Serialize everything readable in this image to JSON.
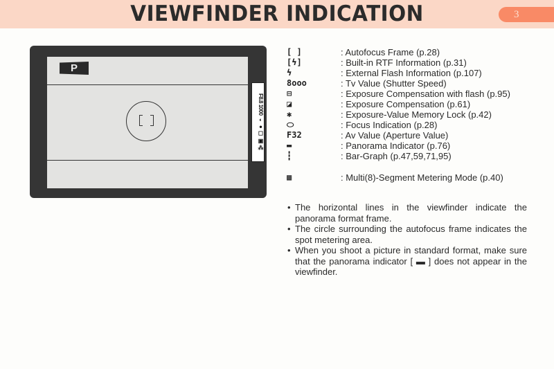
{
  "header": {
    "title": "VIEWFINDER INDICATION",
    "page_number": "3"
  },
  "viewfinder": {
    "mode_badge": "P",
    "strip_text": "F8.8 1000 ◐ ● ☐ ▣ ⁂"
  },
  "legend": [
    {
      "symbol": "[  ]",
      "icon": "af-frame-icon",
      "desc": ": Autofocus Frame (p.28)"
    },
    {
      "symbol": "[ϟ]",
      "icon": "builtin-flash-icon",
      "desc": ": Built-in RTF Information (p.31)"
    },
    {
      "symbol": "ϟ",
      "icon": "external-flash-icon",
      "desc": ": External Flash Information (p.107)"
    },
    {
      "symbol": "8ooo",
      "icon": "shutter-speed-icon",
      "desc": ": Tv Value (Shutter Speed)"
    },
    {
      "symbol": "⊟",
      "icon": "flash-exposure-comp-icon",
      "desc": ": Exposure Compensation with flash (p.95)"
    },
    {
      "symbol": "◪",
      "icon": "exposure-comp-icon",
      "desc": ": Exposure Compensation (p.61)"
    },
    {
      "symbol": "✱",
      "icon": "ae-lock-icon",
      "desc": ": Exposure-Value Memory Lock (p.42)"
    },
    {
      "symbol": "⬭",
      "icon": "focus-indication-icon",
      "desc": ": Focus Indication (p.28)"
    },
    {
      "symbol": "F32",
      "icon": "aperture-icon",
      "desc": ": Av Value (Aperture Value)"
    },
    {
      "symbol": "▬",
      "icon": "panorama-icon",
      "desc": ": Panorama Indicator (p.76)"
    },
    {
      "symbol": "┇",
      "icon": "bar-graph-icon",
      "desc": ": Bar-Graph (p.47,59,71,95)"
    },
    {
      "symbol": "▩",
      "icon": "metering-mode-icon",
      "desc": ": Multi(8)-Segment Metering Mode (p.40)"
    }
  ],
  "notes": [
    "The horizontal lines in the viewfinder indicate the panorama format frame.",
    "The circle surrounding the autofocus frame indicates the spot metering area.",
    "When you shoot a picture in standard format, make sure that the panorama indicator [ ▬ ] does not appear in the viewfinder."
  ]
}
